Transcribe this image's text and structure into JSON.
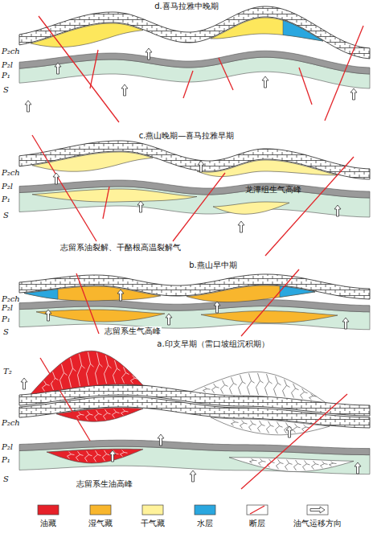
{
  "diagram": {
    "labels": [
      "d.喜马拉雅中晚期",
      "P₂ch",
      "P₂l",
      "P₁",
      "S",
      "c.燕山晚期—喜马拉雅早期",
      "P₂ch",
      "P₂l",
      "P₁",
      "S",
      "龙潭组生气高峰",
      "志留系油裂解、干酪根高温裂解气",
      "b.燕山早中期",
      "P₂ch",
      "P₂l",
      "P₁",
      "S",
      "志留系生气高峰",
      "a.印支早期（雷口坡组沉积期）",
      "T₂",
      "P₂ch",
      "P₂l",
      "P₁",
      "S",
      "志留系生油高峰"
    ],
    "legend": [
      {
        "text": "油藏",
        "color": "#e62129"
      },
      {
        "text": "湿气藏",
        "color": "#f8b62d"
      },
      {
        "text": "干气藏",
        "color": "#fff29b"
      },
      {
        "text": "水层",
        "color": "#2aa7df"
      },
      {
        "text": "断层"
      },
      {
        "text": "油气运移方向"
      }
    ]
  }
}
